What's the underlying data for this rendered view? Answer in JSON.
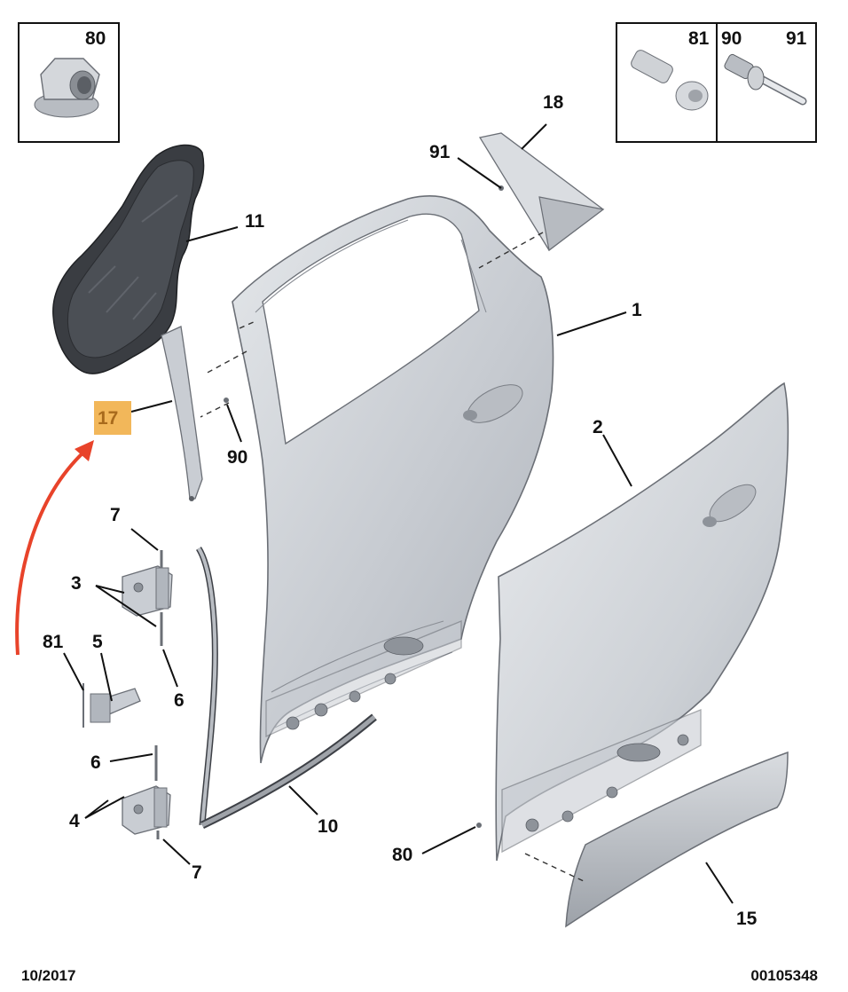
{
  "callouts": {
    "c80_box": "80",
    "c81_box": "81",
    "c90_box": "90",
    "c91_box": "91",
    "c18": "18",
    "c91": "91",
    "c11": "11",
    "c1": "1",
    "c17": "17",
    "c90": "90",
    "c2": "2",
    "c7_top": "7",
    "c3": "3",
    "c81": "81",
    "c5": "5",
    "c6_right": "6",
    "c6_left": "6",
    "c4": "4",
    "c7_bottom": "7",
    "c10": "10",
    "c80": "80",
    "c15": "15"
  },
  "highlight_color": "#f2b75a",
  "arrow_color": "#e8432a",
  "footer": {
    "date": "10/2017",
    "reference": "00105348"
  }
}
